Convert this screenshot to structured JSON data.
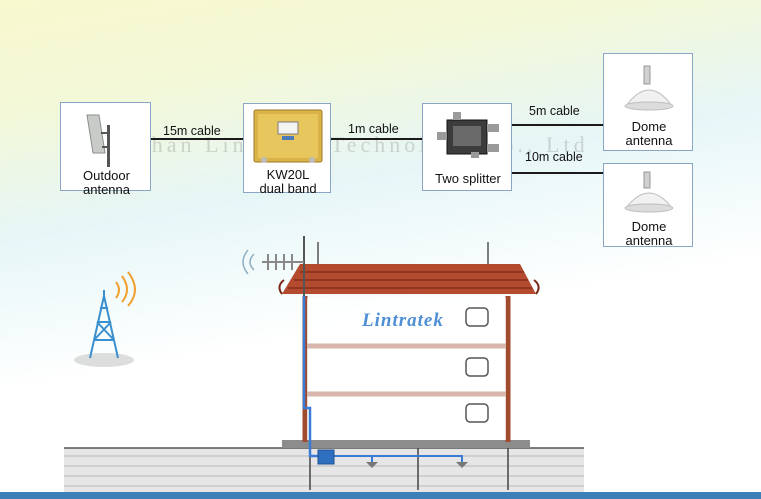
{
  "watermark": "Foshan Lintratek Technology Co., Ltd",
  "components": {
    "outdoor_antenna": "Outdoor\nantenna",
    "booster_model": "KW20L",
    "booster_sub": "dual band",
    "splitter": "Two splitter",
    "dome1": "Dome\nantenna",
    "dome2": "Dome\nantenna"
  },
  "cables": {
    "c1": "15m cable",
    "c2": "1m cable",
    "c3": "5m cable",
    "c4": "10m cable"
  },
  "building_logo": "Lintratek",
  "colors": {
    "roof": "#b44a2e",
    "wall_line": "#a04a2e",
    "cable_blue": "#3a7bd5",
    "tower_blue": "#3a8fd0",
    "ground": "#e4e4e4"
  }
}
